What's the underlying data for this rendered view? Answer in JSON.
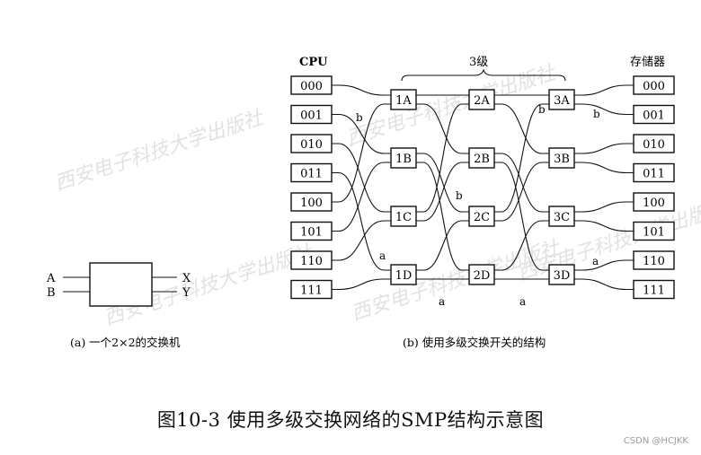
{
  "title": "图10-3  使用多级交换网络的SMP结构示意图",
  "credit": "CSDN @HCJKK",
  "watermark": "西安电子科技大学出版社",
  "fig_a": {
    "caption": "(a) 一个2×2的交换机",
    "inputs": [
      "A",
      "B"
    ],
    "outputs": [
      "X",
      "Y"
    ]
  },
  "fig_b": {
    "caption": "(b) 使用多级交换开关的结构",
    "left_header": "CPU",
    "right_header": "存储器",
    "stage_label": "3级",
    "cpu": [
      "000",
      "001",
      "010",
      "011",
      "100",
      "101",
      "110",
      "111"
    ],
    "memory": [
      "000",
      "001",
      "010",
      "011",
      "100",
      "101",
      "110",
      "111"
    ],
    "stages": [
      [
        "1A",
        "1B",
        "1C",
        "1D"
      ],
      [
        "2A",
        "2B",
        "2C",
        "2D"
      ],
      [
        "3A",
        "3B",
        "3C",
        "3D"
      ]
    ],
    "port_labels": [
      {
        "text": "b",
        "near": "001-to-1B"
      },
      {
        "text": "a",
        "near": "110-to-1D"
      },
      {
        "text": "b",
        "near": "2B-to-2C"
      },
      {
        "text": "a",
        "near": "below-1D-2D"
      },
      {
        "text": "a",
        "near": "below-2D-3D"
      },
      {
        "text": "b",
        "near": "3A-left"
      },
      {
        "text": "b",
        "near": "3A-to-001"
      },
      {
        "text": "a",
        "near": "3D-to-110"
      }
    ]
  }
}
